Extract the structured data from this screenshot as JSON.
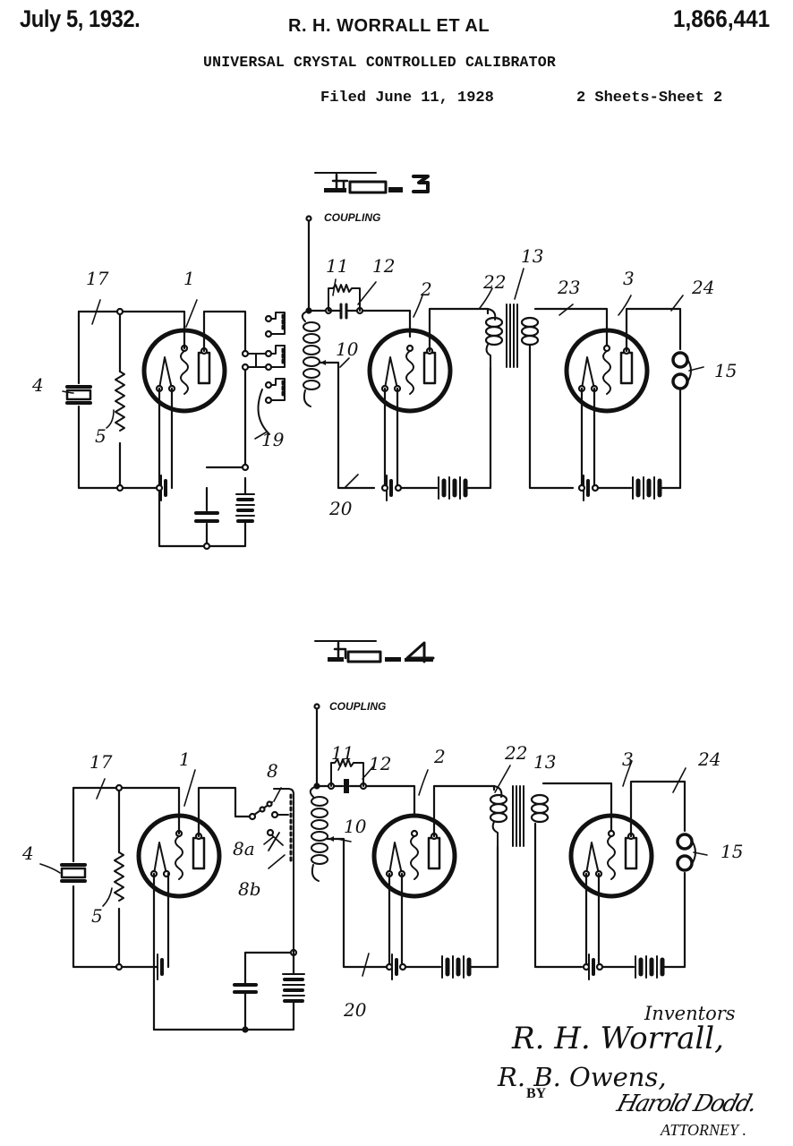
{
  "header": {
    "date": "July 5, 1932.",
    "inventor_line": "R. H. WORRALL ET AL",
    "patent_number": "1,866,441",
    "title": "UNIVERSAL CRYSTAL CONTROLLED CALIBRATOR",
    "filed": "Filed June 11, 1928",
    "sheets": "2 Sheets-Sheet  2"
  },
  "figures": [
    {
      "id": "fig3",
      "caption": "FIG. 3",
      "coupling_label": "COUPLING",
      "labels": {
        "crystal": "4",
        "resistor": "5",
        "circuit_17": "17",
        "tube_1": "1",
        "coil_10": "10",
        "resistor_11": "11",
        "condenser_12": "12",
        "tube_2": "2",
        "circuit_22": "22",
        "transformer_13": "13",
        "circuit_23": "23",
        "tube_3": "3",
        "circuit_24": "24",
        "phones_15": "15",
        "switch_19": "19",
        "circuit_20": "20"
      }
    },
    {
      "id": "fig4",
      "caption": "FIG. 4",
      "coupling_label": "COUPLING",
      "labels": {
        "crystal": "4",
        "resistor": "5",
        "circuit_17": "17",
        "tube_1": "1",
        "switch_8": "8",
        "switch_8a": "8a",
        "switch_8b": "8b",
        "coil_10": "10",
        "resistor_11": "11",
        "condenser_12": "12",
        "tube_2": "2",
        "circuit_22": "22",
        "transformer_13": "13",
        "tube_3": "3",
        "circuit_24": "24",
        "phones_15": "15",
        "circuit_20": "20"
      }
    }
  ],
  "signature": {
    "inventors_heading": "Inventors",
    "inventor_1": "R. H. Worrall,",
    "inventor_2": "R. B. Owens,",
    "by": "BY",
    "attorney_signature": "Harold Dodd.",
    "attorney_label": "ATTORNEY ."
  }
}
